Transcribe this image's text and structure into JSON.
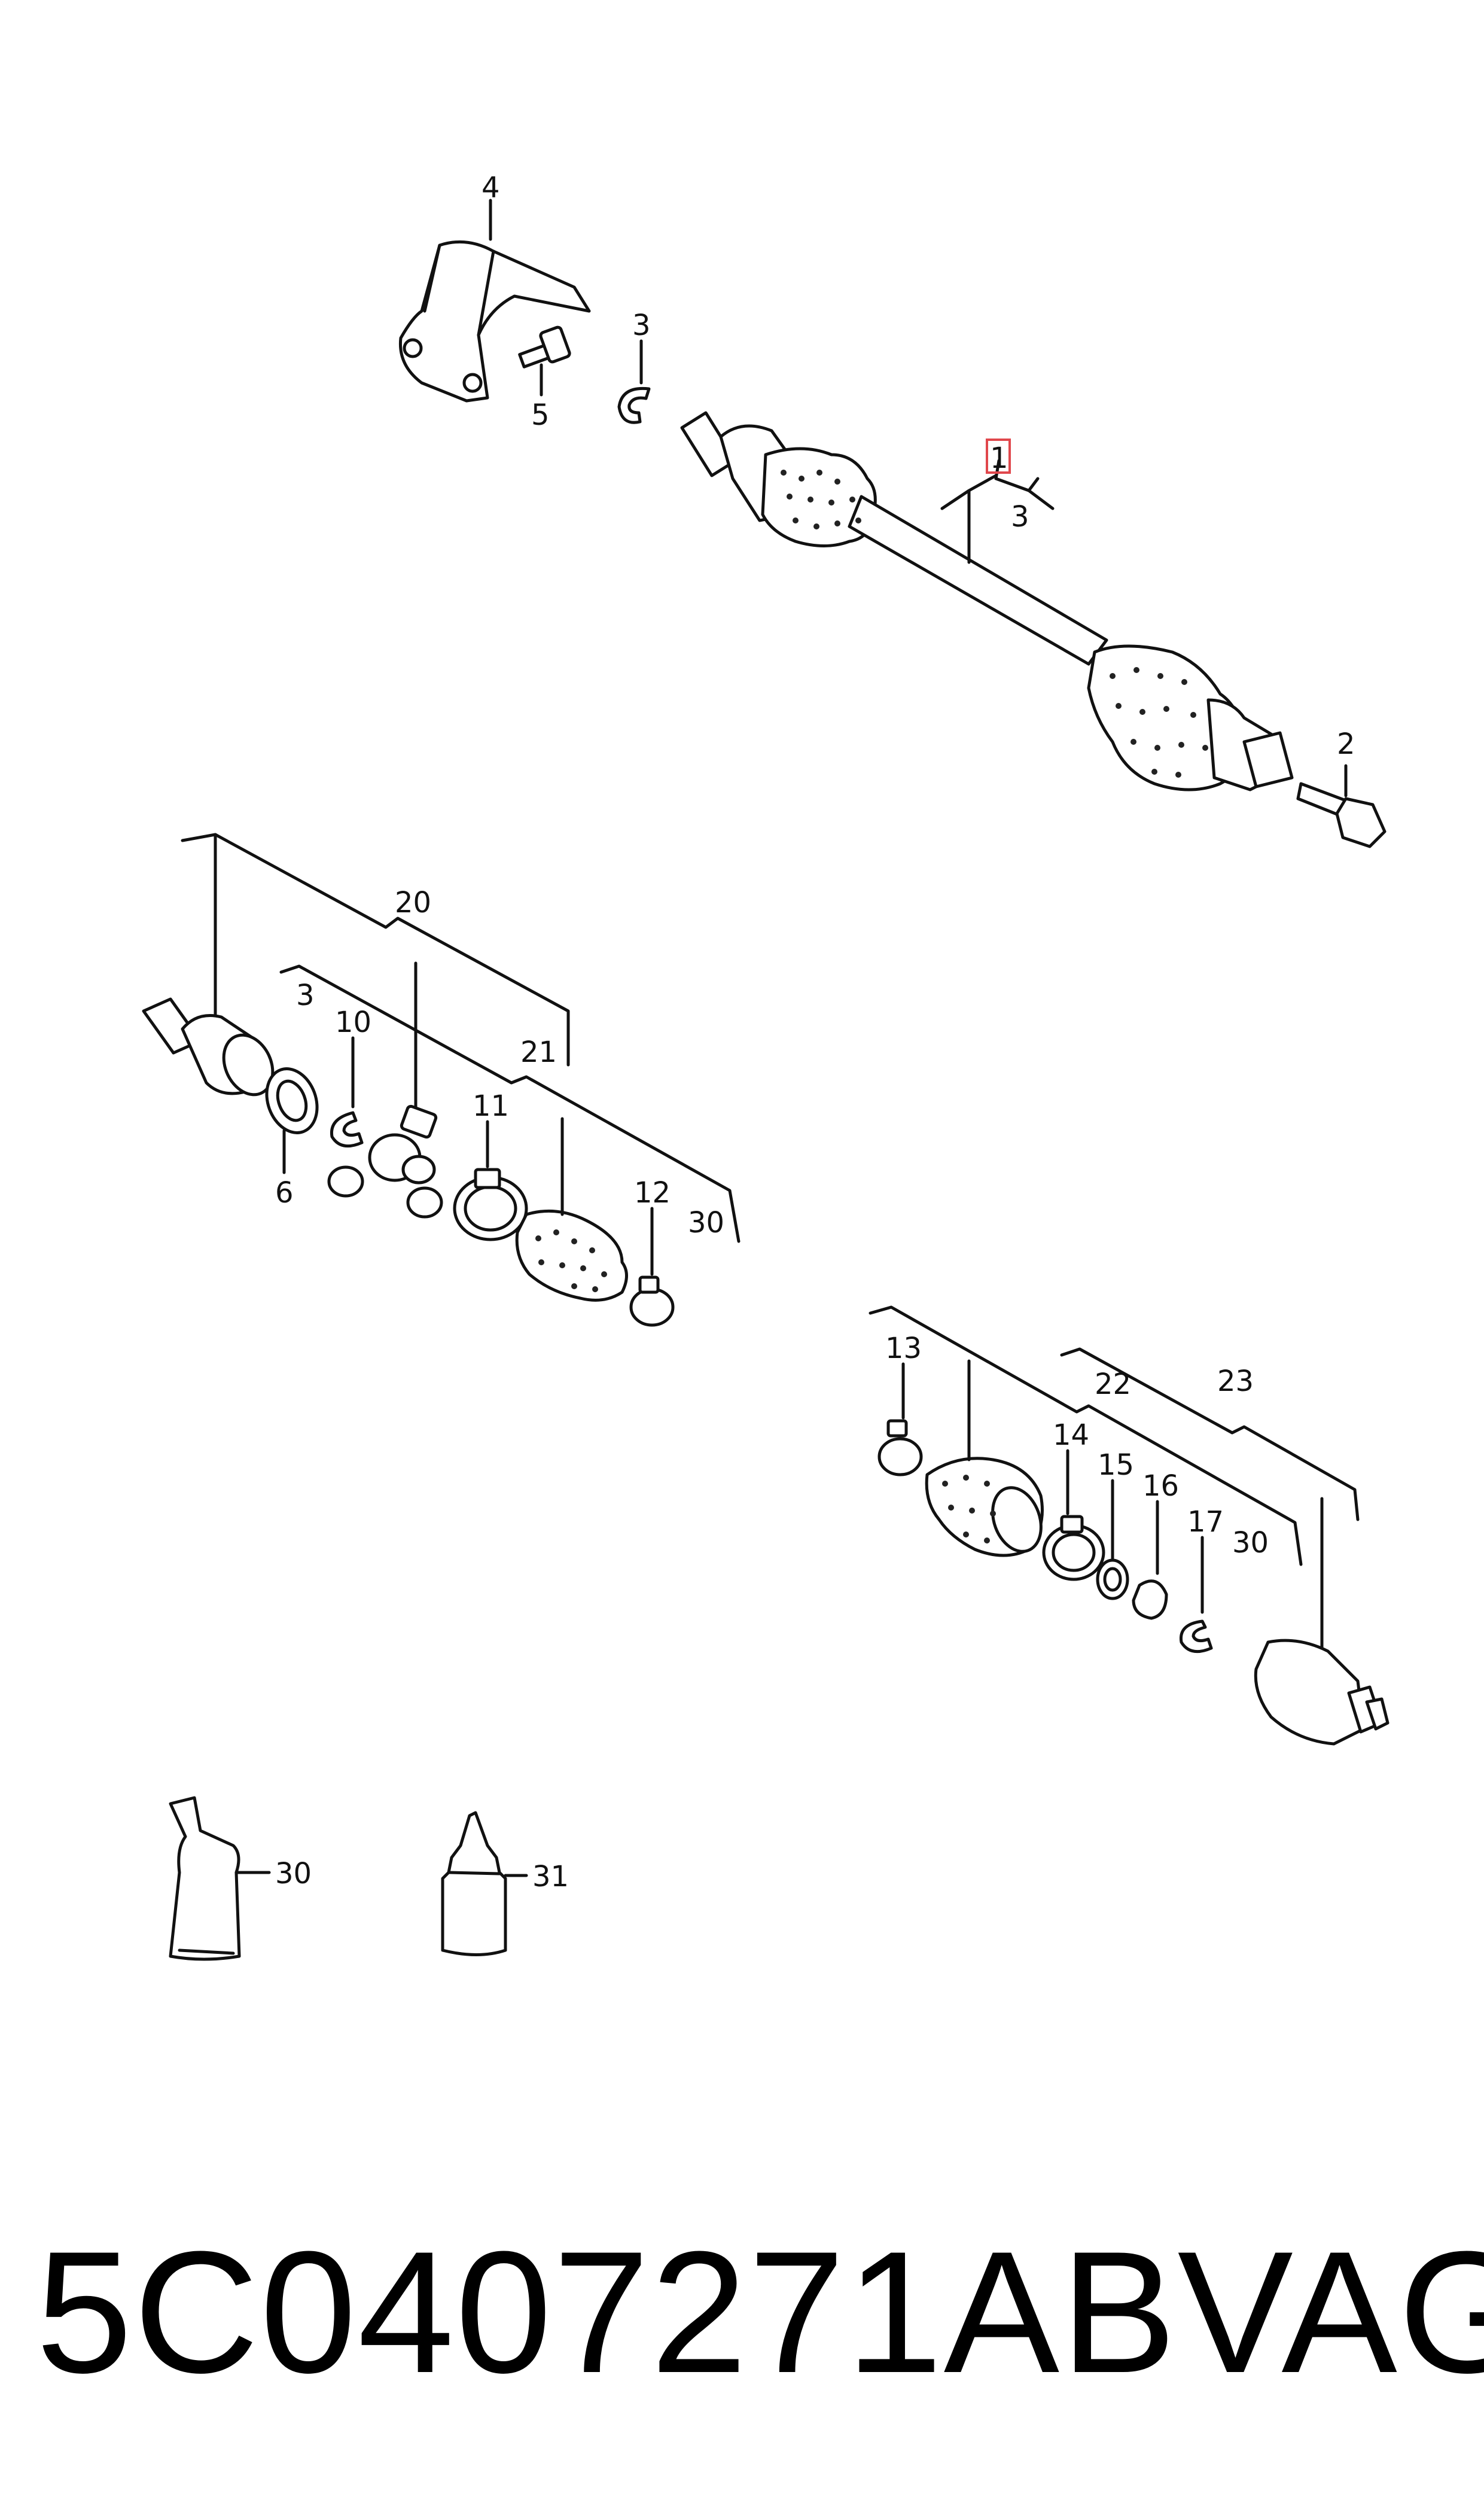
{
  "callouts": {
    "c1": "1",
    "c2": "2",
    "c3a": "3",
    "c3b": "3",
    "c3c": "3",
    "c4": "4",
    "c5": "5",
    "c6": "6",
    "c10": "10",
    "c11": "11",
    "c12": "12",
    "c13": "13",
    "c14": "14",
    "c15": "15",
    "c16": "16",
    "c17": "17",
    "c20": "20",
    "c21": "21",
    "c22": "22",
    "c23": "23",
    "c30a": "30",
    "c30b": "30",
    "c30c": "30",
    "c31": "31"
  },
  "caption": {
    "part_number": "5C0407271AB",
    "brand": "VAG"
  },
  "colors": {
    "line": "#111111",
    "highlight": "#e0474c",
    "background": "#ffffff"
  }
}
